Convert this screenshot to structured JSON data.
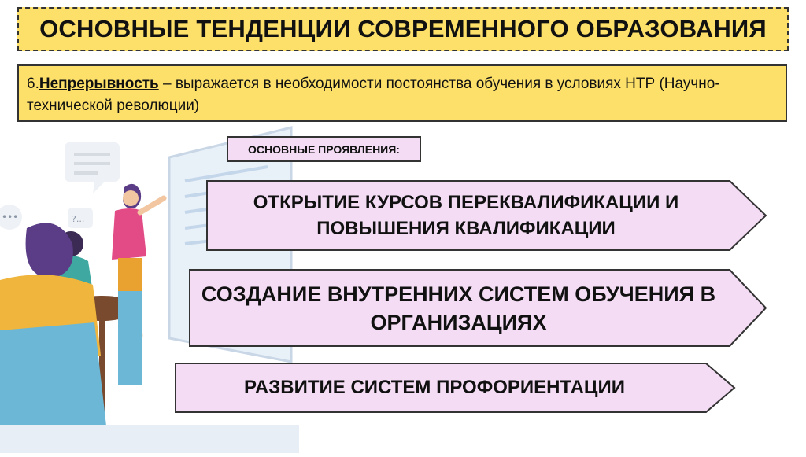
{
  "title": "ОСНОВНЫЕ ТЕНДЕНЦИИ СОВРЕМЕННОГО ОБРАЗОВАНИЯ",
  "description": {
    "number": "6.",
    "term": "Непрерывность",
    "text": " – выражается в необходимости постоянства обучения в условиях НТР (Научно-технической революции)"
  },
  "section_label": "ОСНОВНЫЕ ПРОЯВЛЕНИЯ:",
  "items": [
    "ОТКРЫТИЕ КУРСОВ ПЕРЕКВАЛИФИКАЦИИ И ПОВЫШЕНИЯ КВАЛИФИКАЦИИ",
    "СОЗДАНИЕ ВНУТРЕННИХ СИСТЕМ ОБУЧЕНИЯ В ОРГАНИЗАЦИЯХ",
    "РАЗВИТИЕ СИСТЕМ ПРОФОРИЕНТАЦИИ"
  ],
  "colors": {
    "title_bg": "#fde06a",
    "arrow_fill": "#f3dcf4",
    "border": "#333333"
  }
}
